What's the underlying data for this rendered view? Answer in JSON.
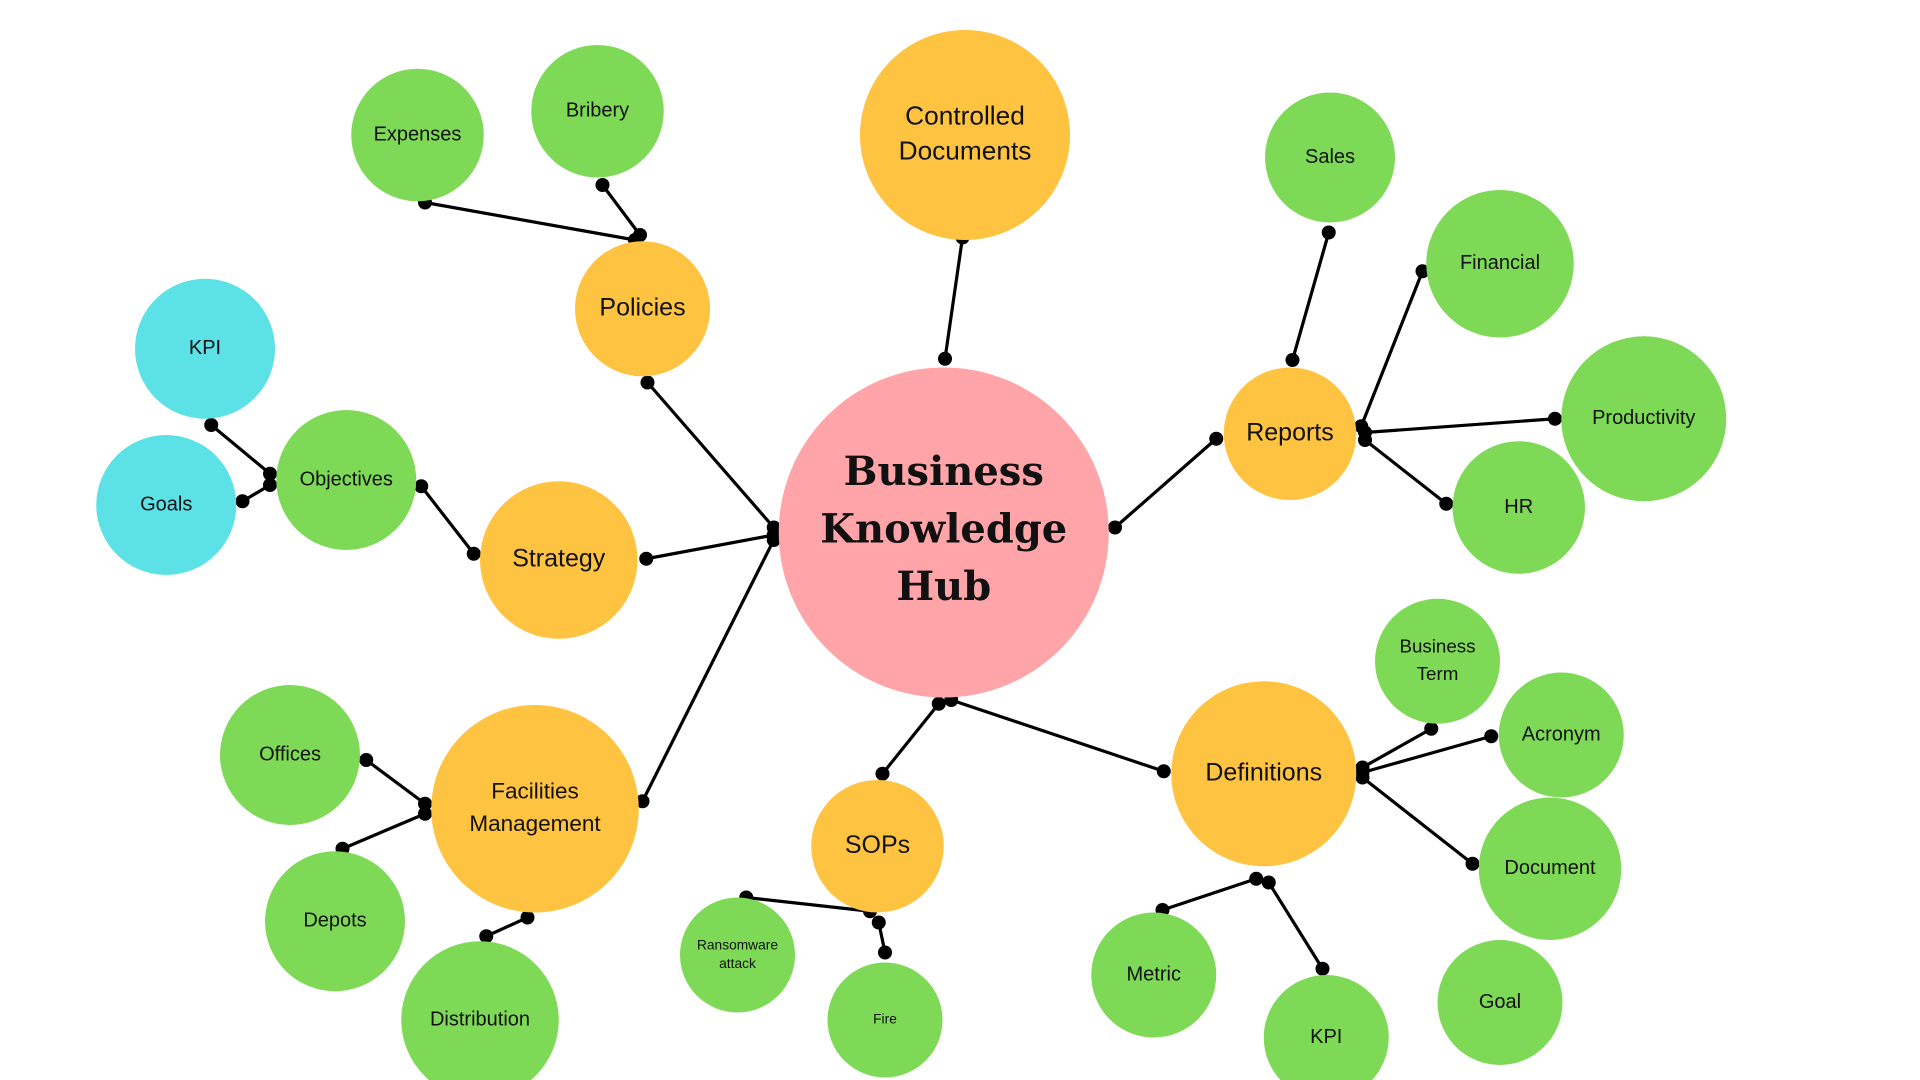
{
  "colors": {
    "hub": "#FFA4A8",
    "category": "#FFC342",
    "item": "#7ED957",
    "sub_item": "#5CE1E6",
    "line": "#000000"
  },
  "nodes": {
    "hub": [
      "Business",
      "Knowledge",
      "Hub"
    ],
    "controlled_documents": [
      "Controlled",
      "Documents"
    ],
    "policies": [
      "Policies"
    ],
    "expenses": [
      "Expenses"
    ],
    "bribery": [
      "Bribery"
    ],
    "strategy": [
      "Strategy"
    ],
    "objectives": [
      "Objectives"
    ],
    "kpi_strategy": [
      "KPI"
    ],
    "goals": [
      "Goals"
    ],
    "facilities_management": [
      "Facilities",
      "Management"
    ],
    "offices": [
      "Offices"
    ],
    "depots": [
      "Depots"
    ],
    "distribution": [
      "Distribution"
    ],
    "sops": [
      "SOPs"
    ],
    "ransomware_attack": [
      "Ransomware",
      "attack"
    ],
    "fire": [
      "Fire"
    ],
    "reports": [
      "Reports"
    ],
    "sales": [
      "Sales"
    ],
    "financial": [
      "Financial"
    ],
    "productivity": [
      "Productivity"
    ],
    "hr": [
      "HR"
    ],
    "definitions": [
      "Definitions"
    ],
    "business_term": [
      "Business",
      "Term"
    ],
    "acronym": [
      "Acronym"
    ],
    "document": [
      "Document"
    ],
    "goal": [
      "Goal"
    ],
    "metric": [
      "Metric"
    ],
    "kpi_definitions": [
      "KPI"
    ]
  }
}
